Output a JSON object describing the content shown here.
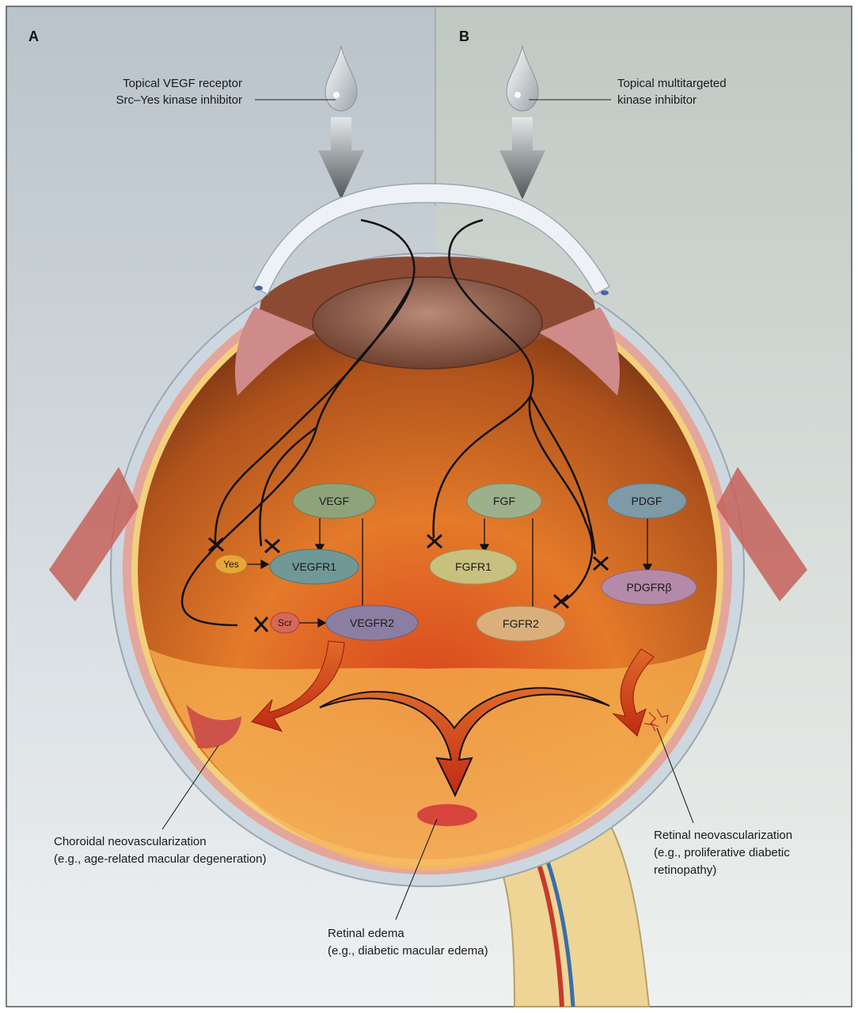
{
  "panels": {
    "a": "A",
    "b": "B"
  },
  "drug_a": {
    "line1": "Topical VEGF receptor",
    "line2": "Src–Yes kinase inhibitor"
  },
  "drug_b": {
    "line1": "Topical multitargeted",
    "line2": "kinase inhibitor"
  },
  "nodes": {
    "vegf": "VEGF",
    "fgf": "FGF",
    "pdgf": "PDGF",
    "yes": "Yes",
    "vegfr1": "VEGFR1",
    "fgfr1": "FGFR1",
    "pdgfrb": "PDGFRβ",
    "scr": "Scr",
    "vegfr2": "VEGFR2",
    "fgfr2": "FGFR2"
  },
  "outcomes": {
    "choroidal": {
      "line1": "Choroidal neovascularization",
      "line2": "(e.g., age-related macular degeneration)"
    },
    "retinal_neo": {
      "line1": "Retinal neovascularization",
      "line2": "(e.g., proliferative diabetic",
      "line3": "retinopathy)"
    },
    "edema": {
      "line1": "Retinal edema",
      "line2": "(e.g., diabetic macular edema)"
    }
  },
  "colors": {
    "panel_a_bg": "#c3ccd2",
    "panel_b_bg": "#c8d0cc",
    "vegf": "#8aa07a",
    "fgf": "#9bb48c",
    "pdgf": "#7fa0a8",
    "yes": "#e8a83a",
    "vegfr1": "#6f9a98",
    "fgfr1": "#c9c27c",
    "pdgfrb": "#b48aa8",
    "scr": "#d9695c",
    "vegfr2": "#8a7fa3",
    "fgfr2": "#d8b07a"
  }
}
